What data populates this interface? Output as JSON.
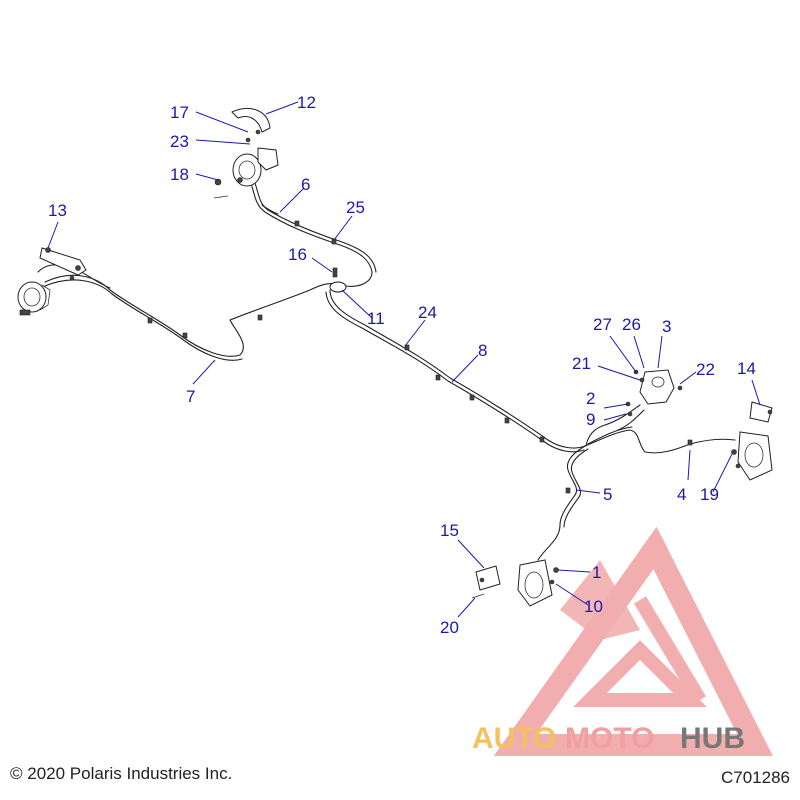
{
  "callouts": [
    {
      "label": "1"
    },
    {
      "label": "2"
    },
    {
      "label": "3"
    },
    {
      "label": "4"
    },
    {
      "label": "5"
    },
    {
      "label": "6"
    },
    {
      "label": "7"
    },
    {
      "label": "8"
    },
    {
      "label": "9"
    },
    {
      "label": "10"
    },
    {
      "label": "11"
    },
    {
      "label": "12"
    },
    {
      "label": "13"
    },
    {
      "label": "14"
    },
    {
      "label": "15"
    },
    {
      "label": "16"
    },
    {
      "label": "17"
    },
    {
      "label": "18"
    },
    {
      "label": "19"
    },
    {
      "label": "20"
    },
    {
      "label": "21"
    },
    {
      "label": "22"
    },
    {
      "label": "23"
    },
    {
      "label": "24"
    },
    {
      "label": "25"
    },
    {
      "label": "26"
    },
    {
      "label": "27"
    }
  ],
  "footer": {
    "copyright": "© 2020 Polaris Industries Inc.",
    "drawing_code": "C701286"
  },
  "watermark": {
    "brand_part1": "AUTOMOTO",
    "brand_part2": "HUB",
    "color_primary": "#f0a0a0",
    "color_accent": "#f5c060",
    "color_hub": "#777777"
  },
  "colors": {
    "callout": "#1a1aa8",
    "line": "#222222"
  }
}
